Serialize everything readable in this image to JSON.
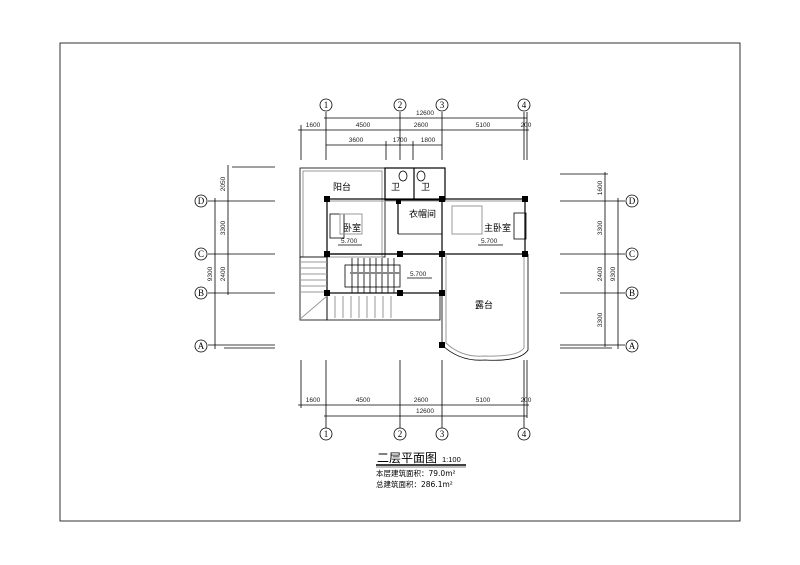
{
  "drawing": {
    "title": "二层平面图",
    "scale": "1:100",
    "floor_area_label": "本层建筑面积：79.0m²",
    "total_area_label": "总建筑面积：286.1m²"
  },
  "axes": {
    "vertical": [
      "1",
      "2",
      "3",
      "4"
    ],
    "horizontal": [
      "D",
      "C",
      "B",
      "A"
    ]
  },
  "dimensions": {
    "top_total": "12600",
    "top_row": [
      "1600",
      "4500",
      "2600",
      "5100",
      "200"
    ],
    "top_sub": [
      "3600",
      "1700",
      "1800"
    ],
    "bottom_row": [
      "1600",
      "4500",
      "2600",
      "5100",
      "200"
    ],
    "bottom_total": "12600",
    "left": [
      "2050",
      "3300",
      "2400"
    ],
    "left_total": "9300",
    "right": [
      "1600",
      "3300",
      "2400",
      "3300"
    ],
    "right_total": "9300"
  },
  "rooms": {
    "balcony": "阳台",
    "bath1": "卫",
    "bath2": "卫",
    "closet": "衣帽间",
    "bedroom": "卧室",
    "master": "主卧室",
    "terrace": "露台"
  },
  "levels": [
    "5.700",
    "5.700",
    "5.700"
  ]
}
